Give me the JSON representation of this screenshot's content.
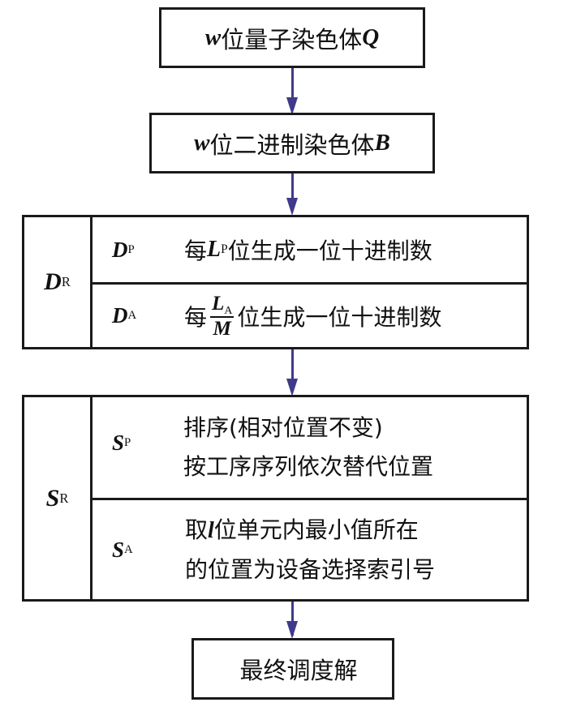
{
  "nodes": {
    "quantum_chromosome": {
      "var": "w",
      "text": "位量子染色体",
      "symbol": "Q"
    },
    "binary_chromosome": {
      "var": "w",
      "text": "位二进制染色体",
      "symbol": "B"
    },
    "decode_rule": {
      "label": "D",
      "label_sub": "R",
      "rows": [
        {
          "key": "D",
          "key_sub": "P",
          "prefix": "每",
          "var": "L",
          "var_sub": "P",
          "suffix": "位生成一位十进制数"
        },
        {
          "key": "D",
          "key_sub": "A",
          "prefix": "每",
          "frac_num": "L",
          "frac_num_sub": "A",
          "frac_den": "M",
          "suffix": "位生成一位十进制数"
        }
      ]
    },
    "sort_rule": {
      "label": "S",
      "label_sub": "R",
      "rows": [
        {
          "key": "S",
          "key_sub": "P",
          "line1": "排序(相对位置不变)",
          "line2": "按工序序列依次替代位置"
        },
        {
          "key": "S",
          "key_sub": "A",
          "line1_prefix": "取",
          "line1_var": "l",
          "line1_suffix": "位单元内最小值所在",
          "line2": "的位置为设备选择索引号"
        }
      ]
    },
    "final": {
      "text": "最终调度解"
    }
  },
  "colors": {
    "arrow": "#3f3a8a",
    "border": "#1a1a1a"
  }
}
